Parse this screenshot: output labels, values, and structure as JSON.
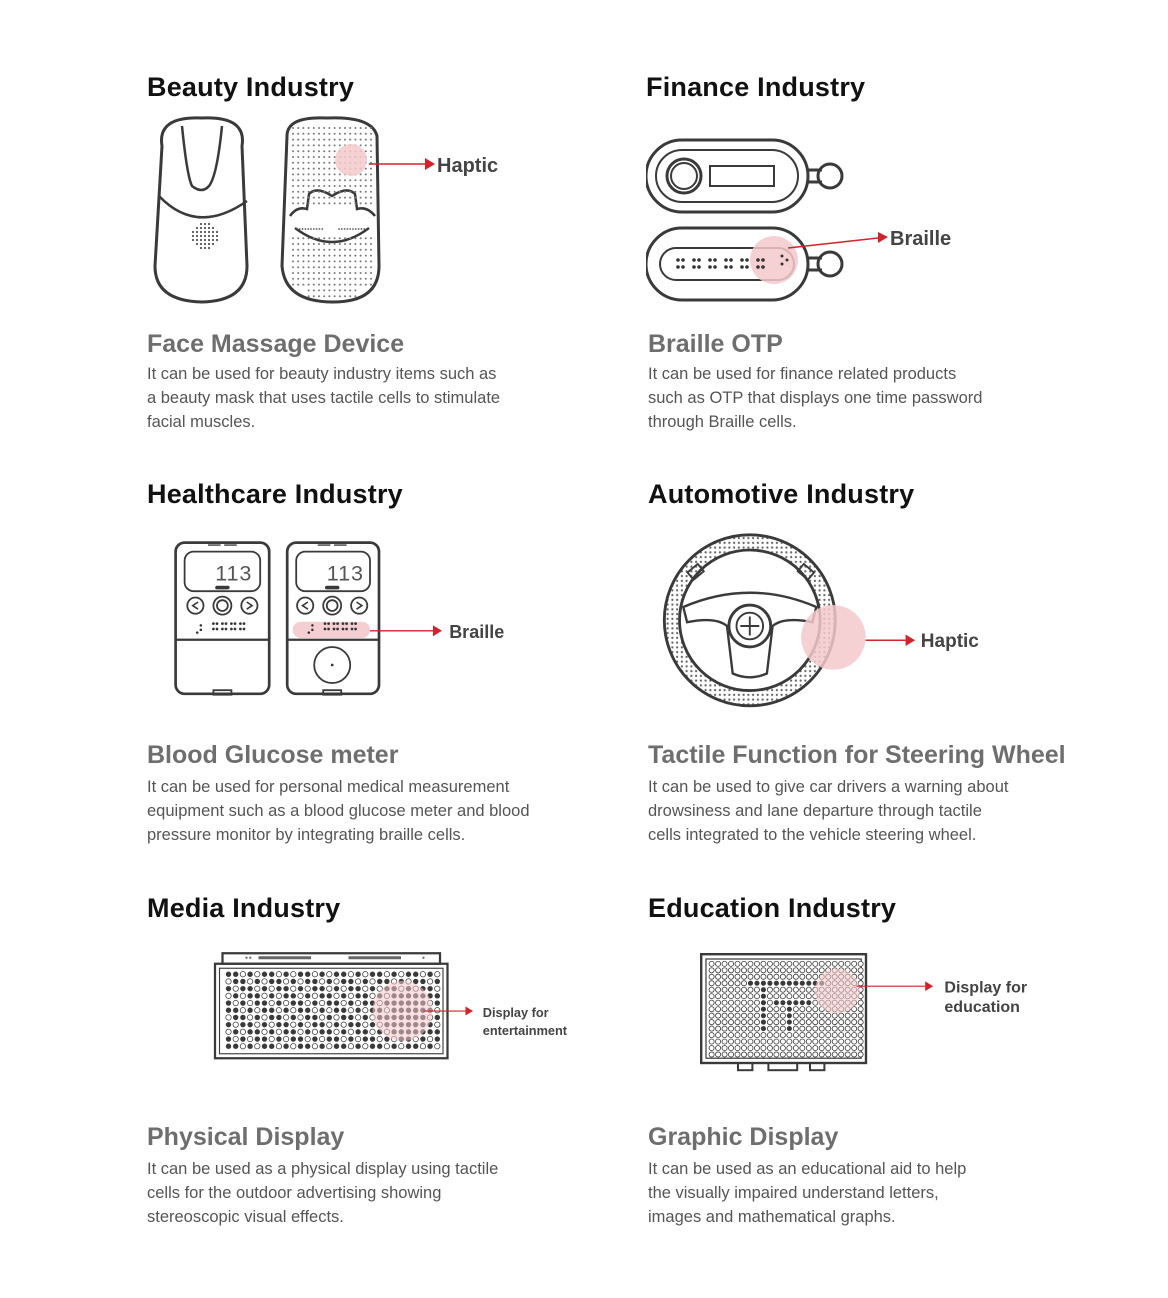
{
  "sections": [
    {
      "heading": "Beauty Industry",
      "callout": "Haptic",
      "subtitle": "Face Massage Device",
      "desc_lines": [
        "It can be used for beauty industry items such as",
        "a beauty mask that uses tactile cells to stimulate",
        "facial muscles."
      ]
    },
    {
      "heading": "Finance Industry",
      "callout": "Braille",
      "subtitle": "Braille OTP",
      "desc_lines": [
        "It can be used for finance related products",
        "such as OTP that displays one time password",
        "through Braille cells."
      ]
    },
    {
      "heading": "Healthcare Industry",
      "callout": "Braille",
      "reading": "113",
      "subtitle": "Blood Glucose meter",
      "desc_lines": [
        "It can be used for personal medical measurement",
        "equipment such as a blood glucose meter and blood",
        "pressure monitor by integrating braille cells."
      ]
    },
    {
      "heading": "Automotive Industry",
      "callout": "Haptic",
      "subtitle": "Tactile Function for Steering Wheel",
      "desc_lines": [
        "It can be used to give car drivers a warning about",
        "drowsiness and lane departure through tactile",
        "cells integrated to the vehicle steering wheel."
      ]
    },
    {
      "heading": "Media Industry",
      "callout_lines": [
        "Display for",
        "entertainment"
      ],
      "subtitle": "Physical Display",
      "desc_lines": [
        "It can be used as a physical display using tactile",
        "cells for the outdoor advertising showing",
        "stereoscopic visual effects."
      ]
    },
    {
      "heading": "Education Industry",
      "callout_lines": [
        "Display for",
        "education"
      ],
      "subtitle": "Graphic Display",
      "desc_lines": [
        "It can be used as an educational aid to help",
        "the visually impaired understand letters,",
        "images and mathematical graphs."
      ]
    }
  ],
  "colors": {
    "accent": "#d2232a",
    "highlight": "#f4c9cc",
    "line": "#3a3a3a",
    "subtitle": "#6e6e6e"
  }
}
